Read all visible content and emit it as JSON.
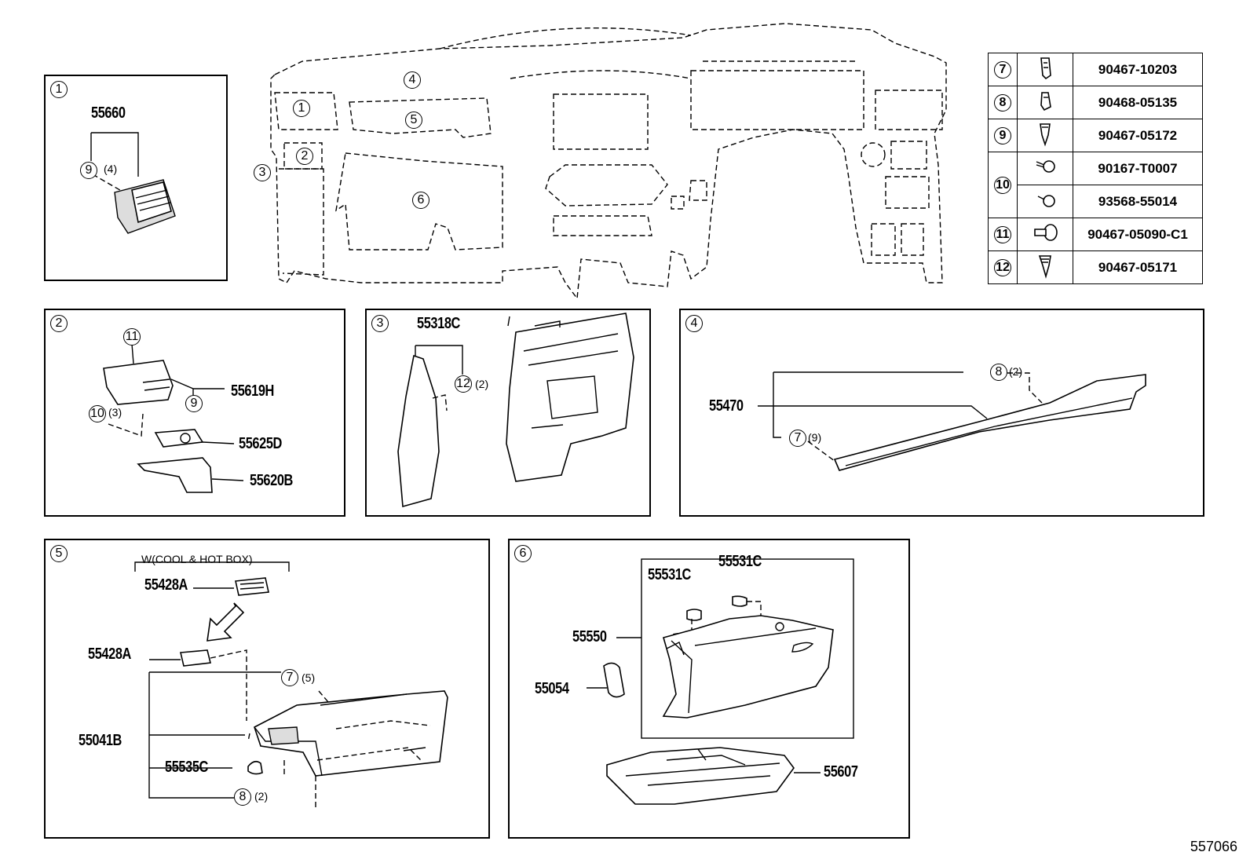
{
  "overview": {
    "callouts": [
      "1",
      "2",
      "3",
      "4",
      "5",
      "6"
    ]
  },
  "legend": {
    "rows": [
      {
        "num": "7",
        "part": "90467-10203",
        "icon": "clip-icon"
      },
      {
        "num": "8",
        "part": "90468-05135",
        "icon": "clip-icon"
      },
      {
        "num": "9",
        "part": "90467-05172",
        "icon": "clip-icon"
      },
      {
        "num": "10",
        "part": "90167-T0007",
        "icon": "screw-icon"
      },
      {
        "num": "",
        "part": "93568-55014",
        "icon": "screw-icon"
      },
      {
        "num": "11",
        "part": "90467-05090-C1",
        "icon": "pin-icon"
      },
      {
        "num": "12",
        "part": "90467-05171",
        "icon": "clip-icon"
      }
    ]
  },
  "panel1": {
    "badge": "1",
    "part": "55660",
    "callout": "9",
    "qty": "(4)"
  },
  "panel2": {
    "badge": "2",
    "callout_top": "11",
    "callout_clip": "9",
    "callout_screw": "10",
    "qty_screw": "(3)",
    "parts": [
      "55619H",
      "55625D",
      "55620B"
    ]
  },
  "panel3": {
    "badge": "3",
    "part": "55318C",
    "callout": "12",
    "qty": "(2)"
  },
  "panel4": {
    "badge": "4",
    "part": "55470",
    "callout_a": "8",
    "qty_a": "(2)",
    "callout_b": "7",
    "qty_b": "(9)"
  },
  "panel5": {
    "badge": "5",
    "note": "W(COOL & HOT BOX)",
    "parts": [
      "55428A",
      "55428A",
      "55041B",
      "55535C"
    ],
    "callout_a": "7",
    "qty_a": "(5)",
    "callout_b": "8",
    "qty_b": "(2)"
  },
  "panel6": {
    "badge": "6",
    "parts": [
      "55531C",
      "55531C",
      "55550",
      "55054",
      "55607"
    ]
  },
  "footer": "557066"
}
